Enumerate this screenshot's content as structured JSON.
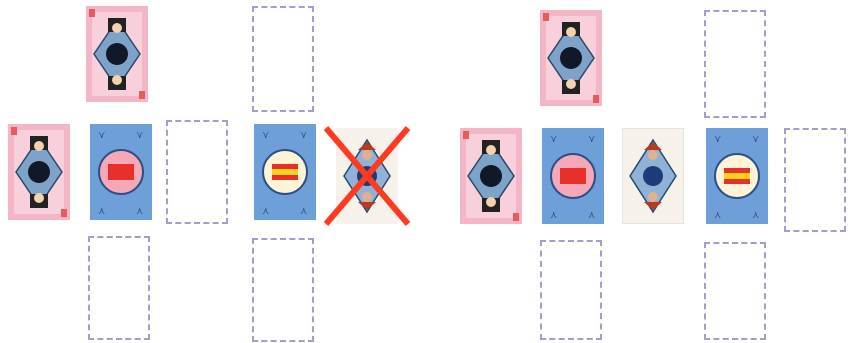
{
  "board": {
    "groups": [
      {
        "name": "left-layout",
        "cards": [
          {
            "id": "l-top",
            "kind": "face",
            "suit": "pink-diamond"
          },
          {
            "id": "l-left",
            "kind": "face",
            "suit": "pink-diamond"
          },
          {
            "id": "l-center",
            "kind": "back",
            "suit": "blue-flag"
          },
          {
            "id": "l-right-empty",
            "kind": "empty"
          },
          {
            "id": "l-bottom-empty",
            "kind": "empty"
          },
          {
            "id": "l2-top-empty",
            "kind": "empty"
          },
          {
            "id": "l2-center",
            "kind": "back",
            "suit": "blue-flag"
          },
          {
            "id": "l2-crossed",
            "kind": "face",
            "suit": "blue-diamond",
            "crossed_out": true
          },
          {
            "id": "l2-bottom-empty",
            "kind": "empty"
          }
        ]
      },
      {
        "name": "right-layout",
        "cards": [
          {
            "id": "r-top",
            "kind": "face",
            "suit": "pink-diamond"
          },
          {
            "id": "r-left",
            "kind": "face",
            "suit": "pink-diamond"
          },
          {
            "id": "r-center",
            "kind": "back",
            "suit": "blue-flag"
          },
          {
            "id": "r-bottom-empty",
            "kind": "empty"
          },
          {
            "id": "r2-face",
            "kind": "face",
            "suit": "blue-diamond"
          },
          {
            "id": "r2-top-empty",
            "kind": "empty"
          },
          {
            "id": "r2-center",
            "kind": "back",
            "suit": "blue-flag"
          },
          {
            "id": "r2-right-empty",
            "kind": "empty"
          },
          {
            "id": "r2-bottom-empty",
            "kind": "empty"
          }
        ]
      }
    ],
    "colors": {
      "slot_border": "#a99ad4",
      "pink": "#f4b6c6",
      "blue": "#6f9fd8",
      "cross": "#ff3b1f",
      "flag_red": "#e8302a",
      "flag_yellow": "#f7d21e"
    }
  }
}
